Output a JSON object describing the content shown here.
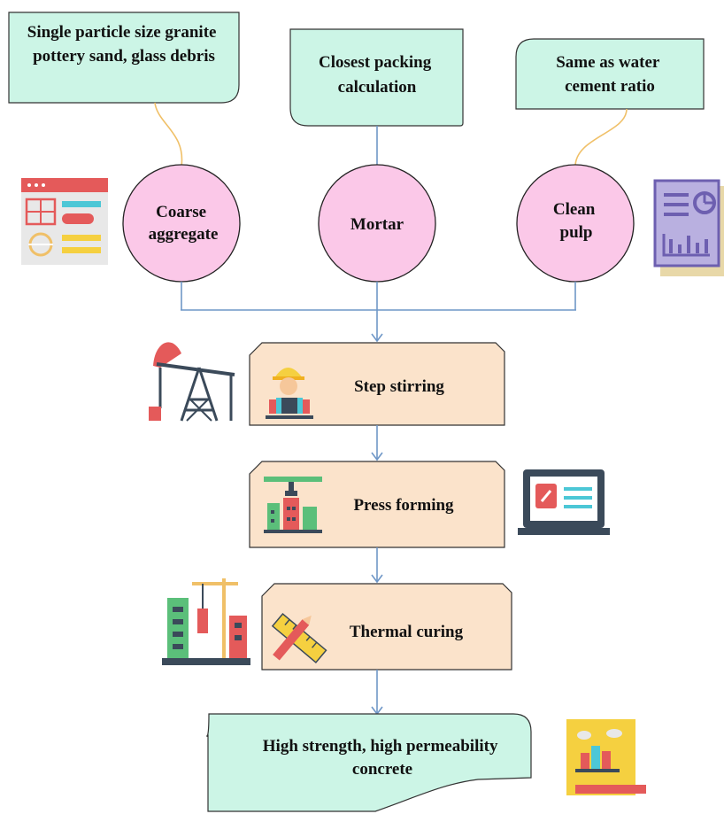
{
  "colors": {
    "note_fill": "#ccf5e6",
    "circle_fill": "#fbc8e8",
    "process_fill": "#fbe3cb",
    "connector": "#6f97c7",
    "curve": "#f0c068"
  },
  "inputs": [
    {
      "note_lines": [
        "Single particle size granite",
        "pottery sand, glass debris"
      ],
      "circle_lines": [
        "Coarse",
        "aggregate"
      ]
    },
    {
      "note_lines": [
        "Closest packing",
        "calculation"
      ],
      "circle_lines": [
        "Mortar"
      ]
    },
    {
      "note_lines": [
        "Same as water",
        "cement ratio"
      ],
      "circle_lines": [
        "Clean",
        "pulp"
      ]
    }
  ],
  "steps": [
    {
      "label": "Step stirring"
    },
    {
      "label": "Press forming"
    },
    {
      "label": "Thermal curing"
    }
  ],
  "result": {
    "lines": [
      "High strength, high permeability",
      "concrete"
    ]
  },
  "icons": [
    "dashboard-window-icon",
    "report-chart-icon",
    "oil-pump-icon",
    "worker-icon",
    "factory-crane-icon",
    "laptop-icon",
    "construction-site-icon",
    "ruler-pencil-icon",
    "scroll-city-icon"
  ]
}
